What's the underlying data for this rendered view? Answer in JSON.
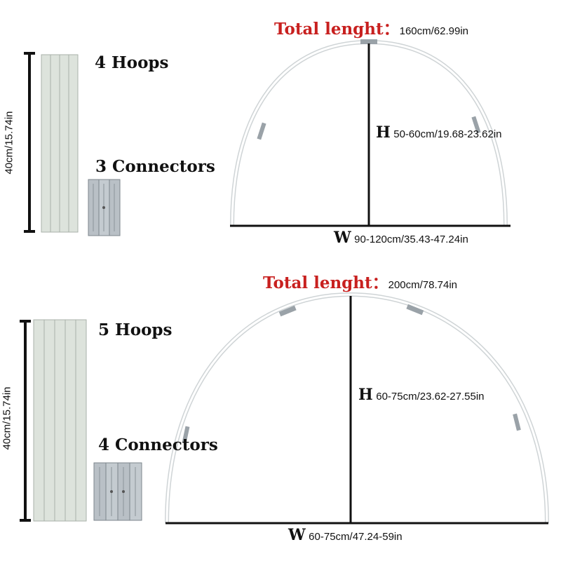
{
  "panels": [
    {
      "hoops_label": "4 Hoops",
      "connectors_label": "3 Connectors",
      "pole_length": "40cm/15.74in",
      "total_label": "Total lenght：",
      "total_value": "160cm/62.99in",
      "height_letter": "H",
      "height_value": "50-60cm/19.68-23.62in",
      "width_letter": "W",
      "width_value": "90-120cm/35.43-47.24in",
      "hoop_count": 4,
      "connector_count": 3
    },
    {
      "hoops_label": "5 Hoops",
      "connectors_label": "4 Connectors",
      "pole_length": "40cm/15.74in",
      "total_label": "Total lenght：",
      "total_value": "200cm/78.74in",
      "height_letter": "H",
      "height_value": "60-75cm/23.62-27.55in",
      "width_letter": "W",
      "width_value": "60-75cm/47.24-59in",
      "hoop_count": 5,
      "connector_count": 4
    }
  ],
  "colors": {
    "title_red": "#c8201f",
    "pole_fill": "#dde3dc",
    "connector_fill": "#b9c0c6",
    "arch_stroke": "#e4e8ea",
    "line": "#111111"
  }
}
